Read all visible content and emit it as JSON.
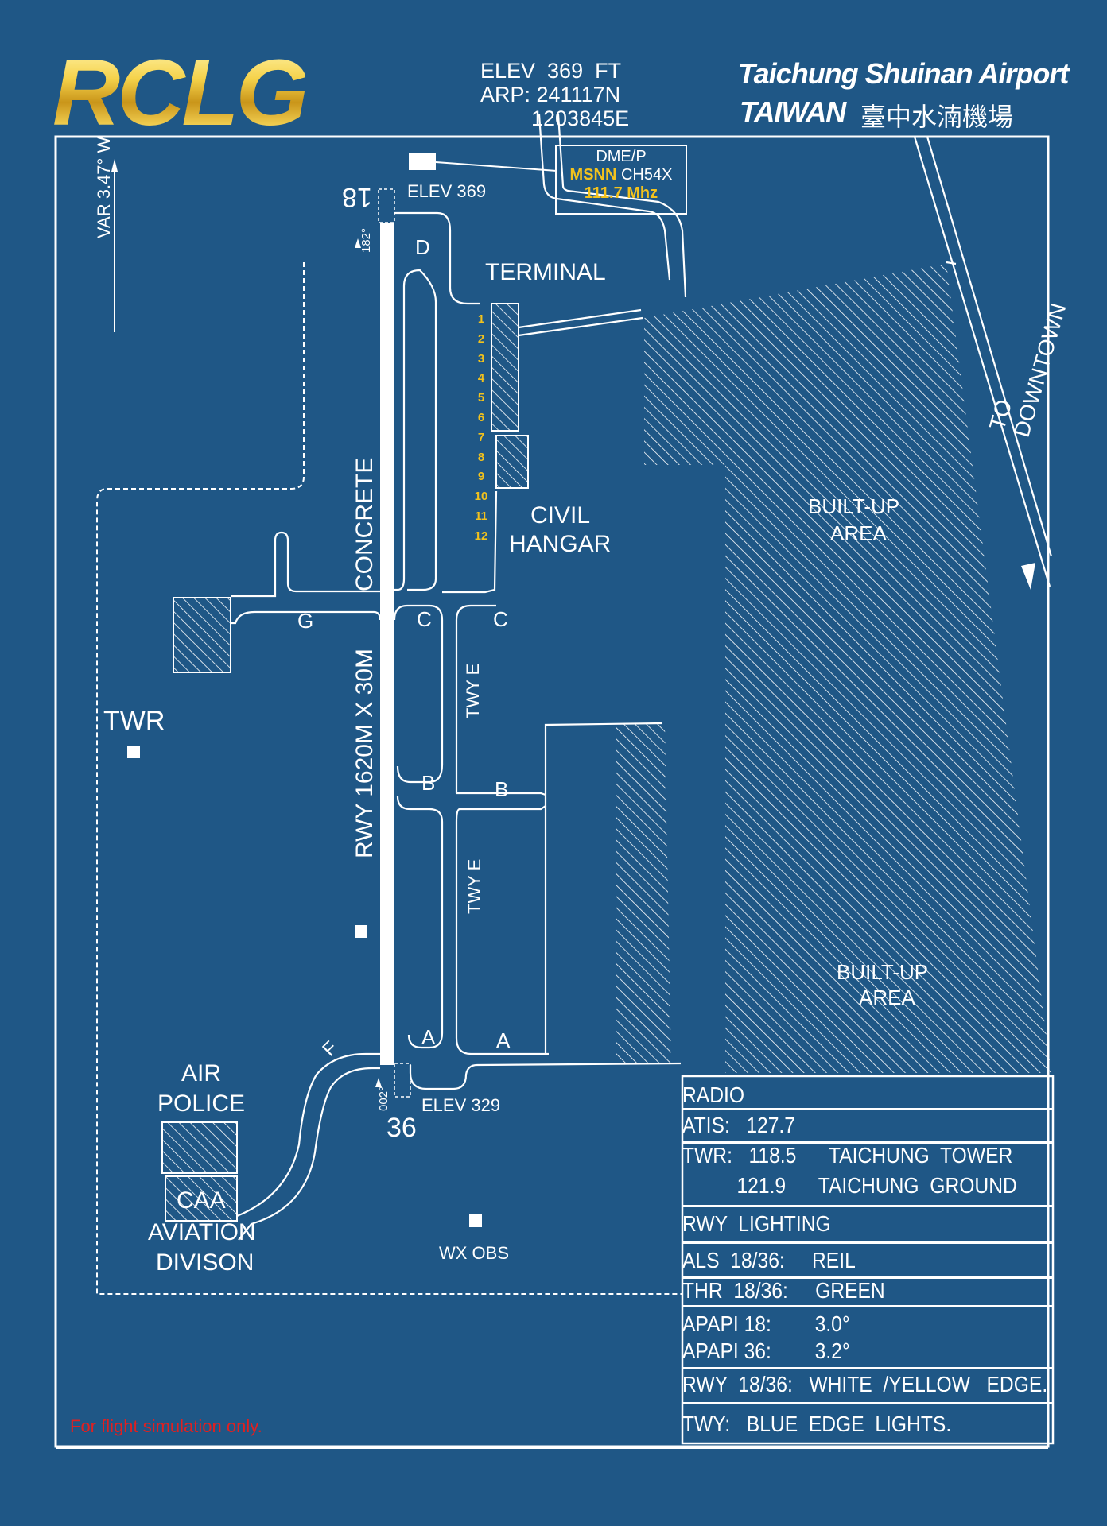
{
  "header": {
    "icao": "RCLG",
    "elev": "ELEV  369  FT",
    "arp_lat": "ARP: 241117N",
    "arp_lon": "1203845E",
    "airport_name": "Taichung Shuinan Airport",
    "country": "TAIWAN",
    "chinese_name": "臺中水湳機場"
  },
  "map": {
    "variation": "VAR  3.47° W",
    "dme_title": "DME/P",
    "dme_ident": "MSNN",
    "dme_channel": "CH54X",
    "dme_freq": "111.7 Mhz",
    "elev_north": "ELEV  369",
    "elev_south": "ELEV  329",
    "rwy_north": "18",
    "rwy_south": "36",
    "hdg_north": "182°",
    "hdg_south": "002°",
    "runway_surface": "CONCRETE",
    "runway_dims": "RWY 1620M  X  30M",
    "terminal": "TERMINAL",
    "civil_hangar_1": "CIVIL",
    "civil_hangar_2": "HANGAR",
    "gates": [
      "1",
      "2",
      "3",
      "4",
      "5",
      "6",
      "7",
      "8",
      "9",
      "10",
      "11",
      "12"
    ],
    "twy_d": "D",
    "twy_c_left": "C",
    "twy_c_right": "C",
    "twy_g": "G",
    "twy_b_left": "B",
    "twy_b_right": "B",
    "twy_a_left": "A",
    "twy_a_right": "A",
    "twy_f": "F",
    "twy_e_upper": "TWY E",
    "twy_e_lower": "TWY E",
    "twr": "TWR",
    "builtup_1a": "BUILT-UP",
    "builtup_1b": "AREA",
    "builtup_2a": "BUILT-UP",
    "builtup_2b": "AREA",
    "to_downtown": "TO  DOWNTOWN",
    "air_police_1": "AIR",
    "air_police_2": "POLICE",
    "caa_1": "CAA",
    "caa_2": "AVIATION",
    "caa_3": "DIVISON",
    "wx_obs": "WX  OBS"
  },
  "radio": {
    "title": "RADIO",
    "atis": "ATIS:   127.7",
    "twr_1": "TWR:   118.5      TAICHUNG  TOWER",
    "twr_2": "          121.9      TAICHUNG  GROUND",
    "lighting_title": "RWY  LIGHTING",
    "als": "ALS  18/36:     REIL",
    "thr": "THR  18/36:     GREEN",
    "apapi_18": "APAPI 18:        3.0°",
    "apapi_36": "APAPI 36:        3.2°",
    "rwy_edge": "RWY  18/36:   WHITE  /YELLOW   EDGE.",
    "twy_edge": "TWY:   BLUE  EDGE  LIGHTS."
  },
  "disclaimer": "For flight simulation only.",
  "colors": {
    "background": "#1f5786",
    "lines": "#ffffff",
    "gold": "#f2c21d",
    "disclaimer": "#e02020"
  }
}
